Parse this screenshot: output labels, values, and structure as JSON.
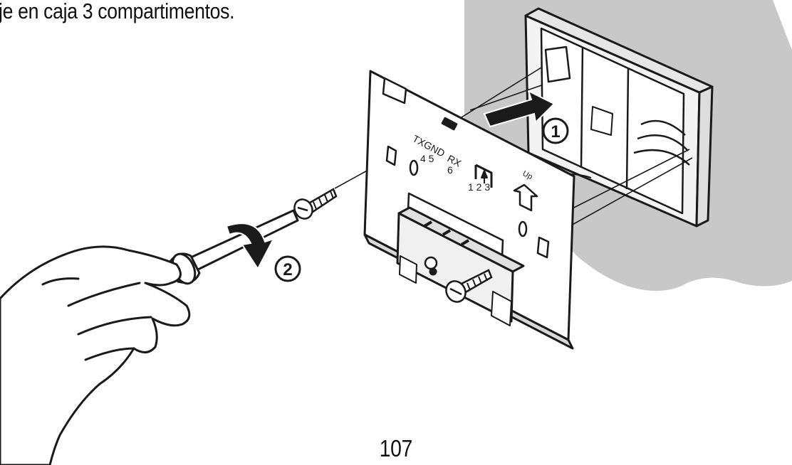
{
  "page": {
    "heading": "je en caja 3 compartimentos.",
    "page_number": "107"
  },
  "figure": {
    "step_1": "1",
    "step_2": "2",
    "terminal_label_txgnd": "TXGND",
    "terminal_label_rx": "RX",
    "terminal_label_45": "4 5",
    "terminal_label_6": "6",
    "terminal_label_123": "1 2 3",
    "up_label": "Up"
  },
  "colors": {
    "wall_gray": "#c8c8c8",
    "line_art": "#1a1a1a",
    "paper": "#ffffff"
  }
}
